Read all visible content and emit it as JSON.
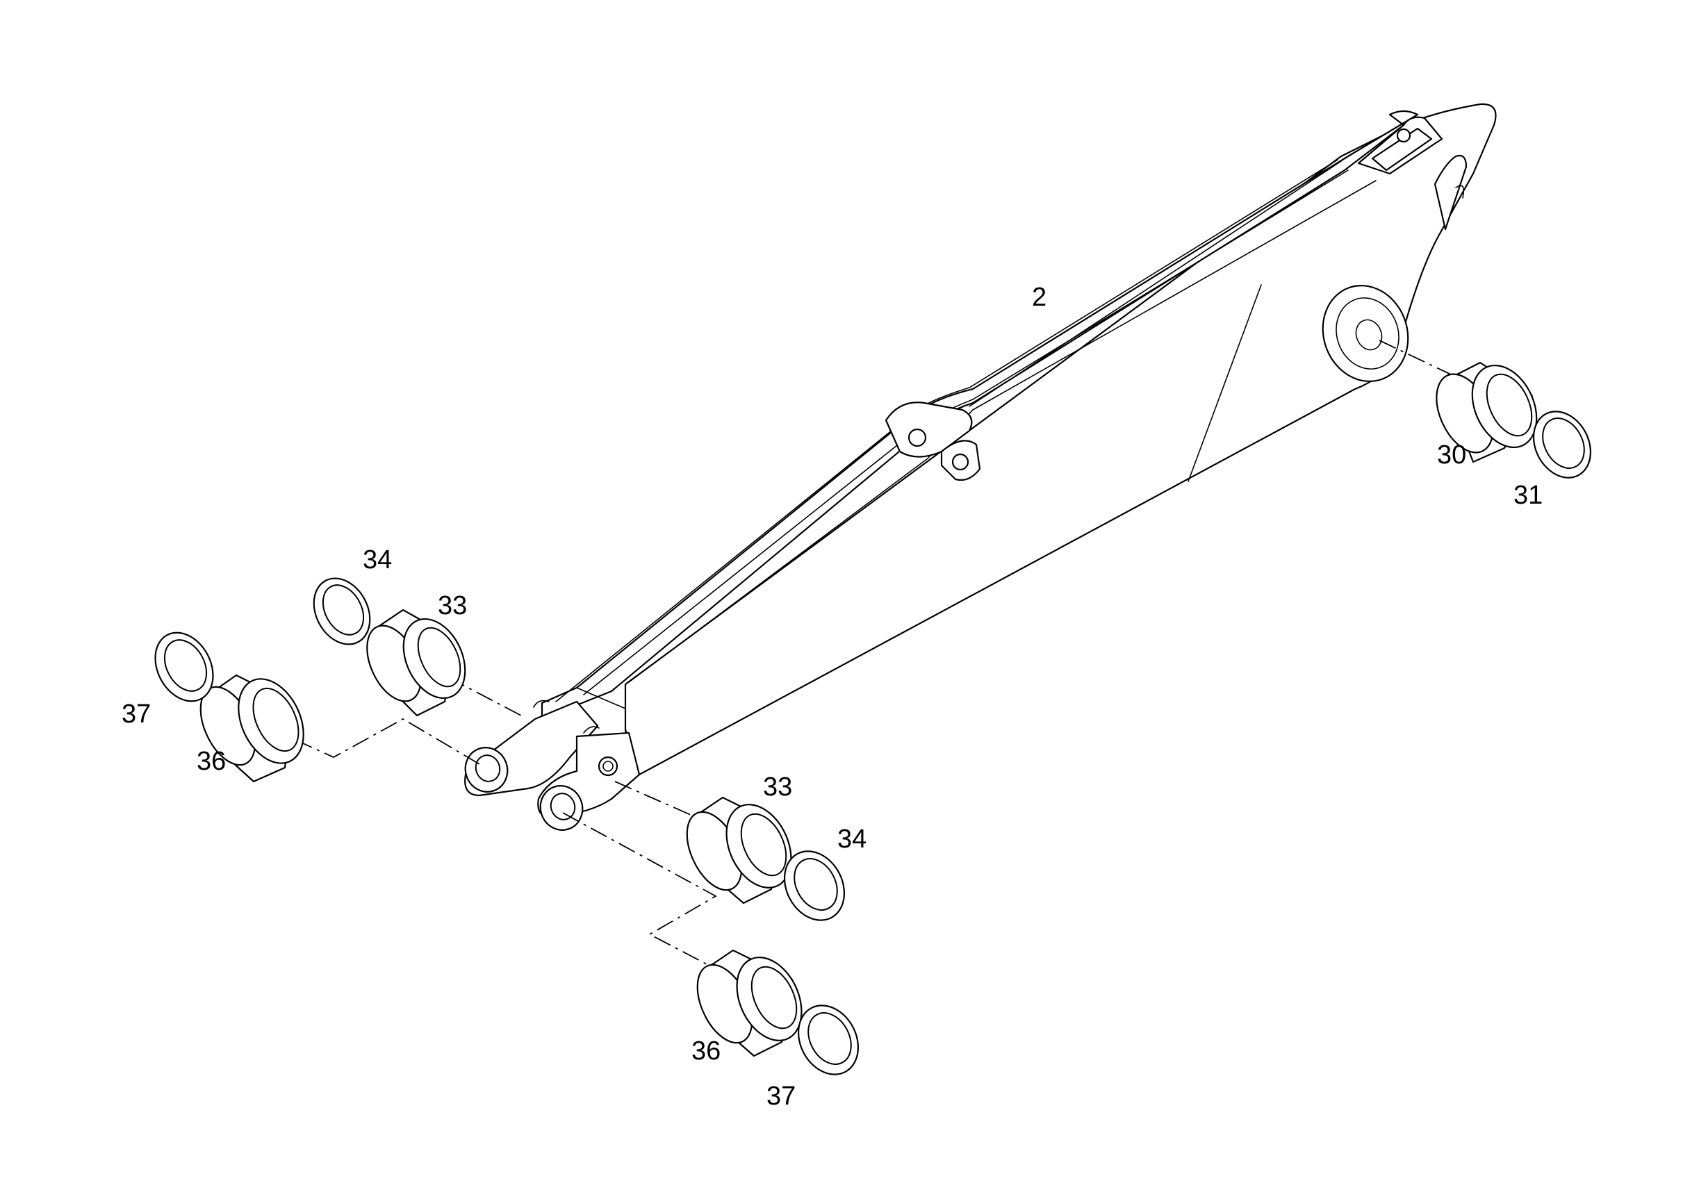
{
  "diagram": {
    "callouts": {
      "boom": "2",
      "bushing_right": "30",
      "ring_right": "31",
      "bushing_upper": "33",
      "ring_upper": "34",
      "bushing_left": "36",
      "ring_left": "37",
      "bushing_lower": "33",
      "ring_lower": "34",
      "bushing_bottom": "36",
      "ring_bottom": "37"
    }
  }
}
